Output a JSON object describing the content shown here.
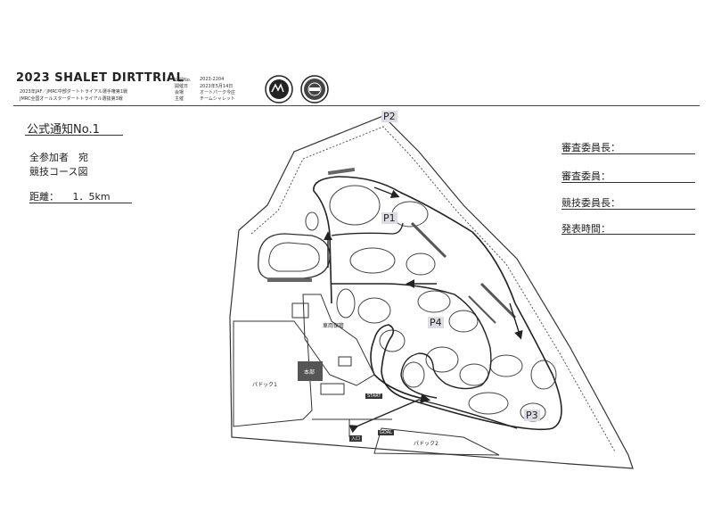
{
  "header": {
    "event_title": "2023 SHALET DIRTTRIAL",
    "series_line1": "2023年JAF／JMRC中部ダートトライアル選手権第1戦",
    "series_line2": "JMRC全国オールスターダートトライアル選抜第3戦",
    "info_labels": [
      "公認No.",
      "開催日",
      "会場",
      "主催"
    ],
    "info_values": [
      "2023-2204",
      "2023年5月14日",
      "オートパーク今庄",
      "チームシャレット"
    ]
  },
  "notice": {
    "title": "公式通知No.1",
    "addressee": "全参加者　宛",
    "course_label": "競技コース図",
    "distance_label": "距離：",
    "distance_value": "1．5km"
  },
  "signatures": [
    "審査委員長：",
    "審査委員：",
    "競技委員長：",
    "発表時間："
  ],
  "map": {
    "p1": "P1",
    "p2": "P2",
    "p3": "P3",
    "p4": "P4",
    "paddock1": "パドック1",
    "paddock2": "パドック2",
    "hq": "本部",
    "area_label": "車両保管",
    "start": "START",
    "goal": "GOAL",
    "entrance": "入口"
  }
}
